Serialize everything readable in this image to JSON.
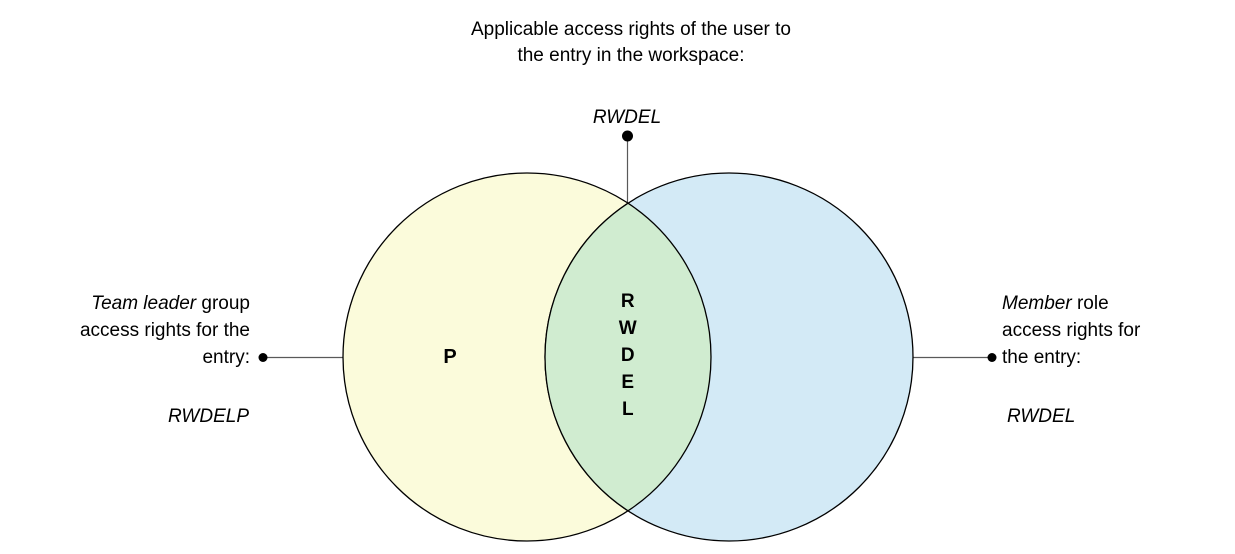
{
  "title": {
    "line1": "Applicable access rights of the user to",
    "line2": "the entry in the workspace:"
  },
  "top_callout": {
    "rights": "RWDEL"
  },
  "left_callout": {
    "line1_italic": "Team leader",
    "line1_rest": " group",
    "line2": "access rights for the",
    "line3": "entry:",
    "rights": "RWDELP"
  },
  "right_callout": {
    "line1_italic": "Member",
    "line1_rest": " role",
    "line2": "access rights for",
    "line3": "the entry:",
    "rights": "RWDEL"
  },
  "venn": {
    "left_only_label": "P",
    "intersection_letters": [
      "R",
      "W",
      "D",
      "E",
      "L"
    ]
  },
  "colors": {
    "left_circle_fill": "#fbfbdb",
    "right_circle_fill": "#d3eaf6",
    "intersection_fill": "#d0ecd0",
    "outline": "#000000",
    "connector": "#595959",
    "dot": "#000000"
  }
}
